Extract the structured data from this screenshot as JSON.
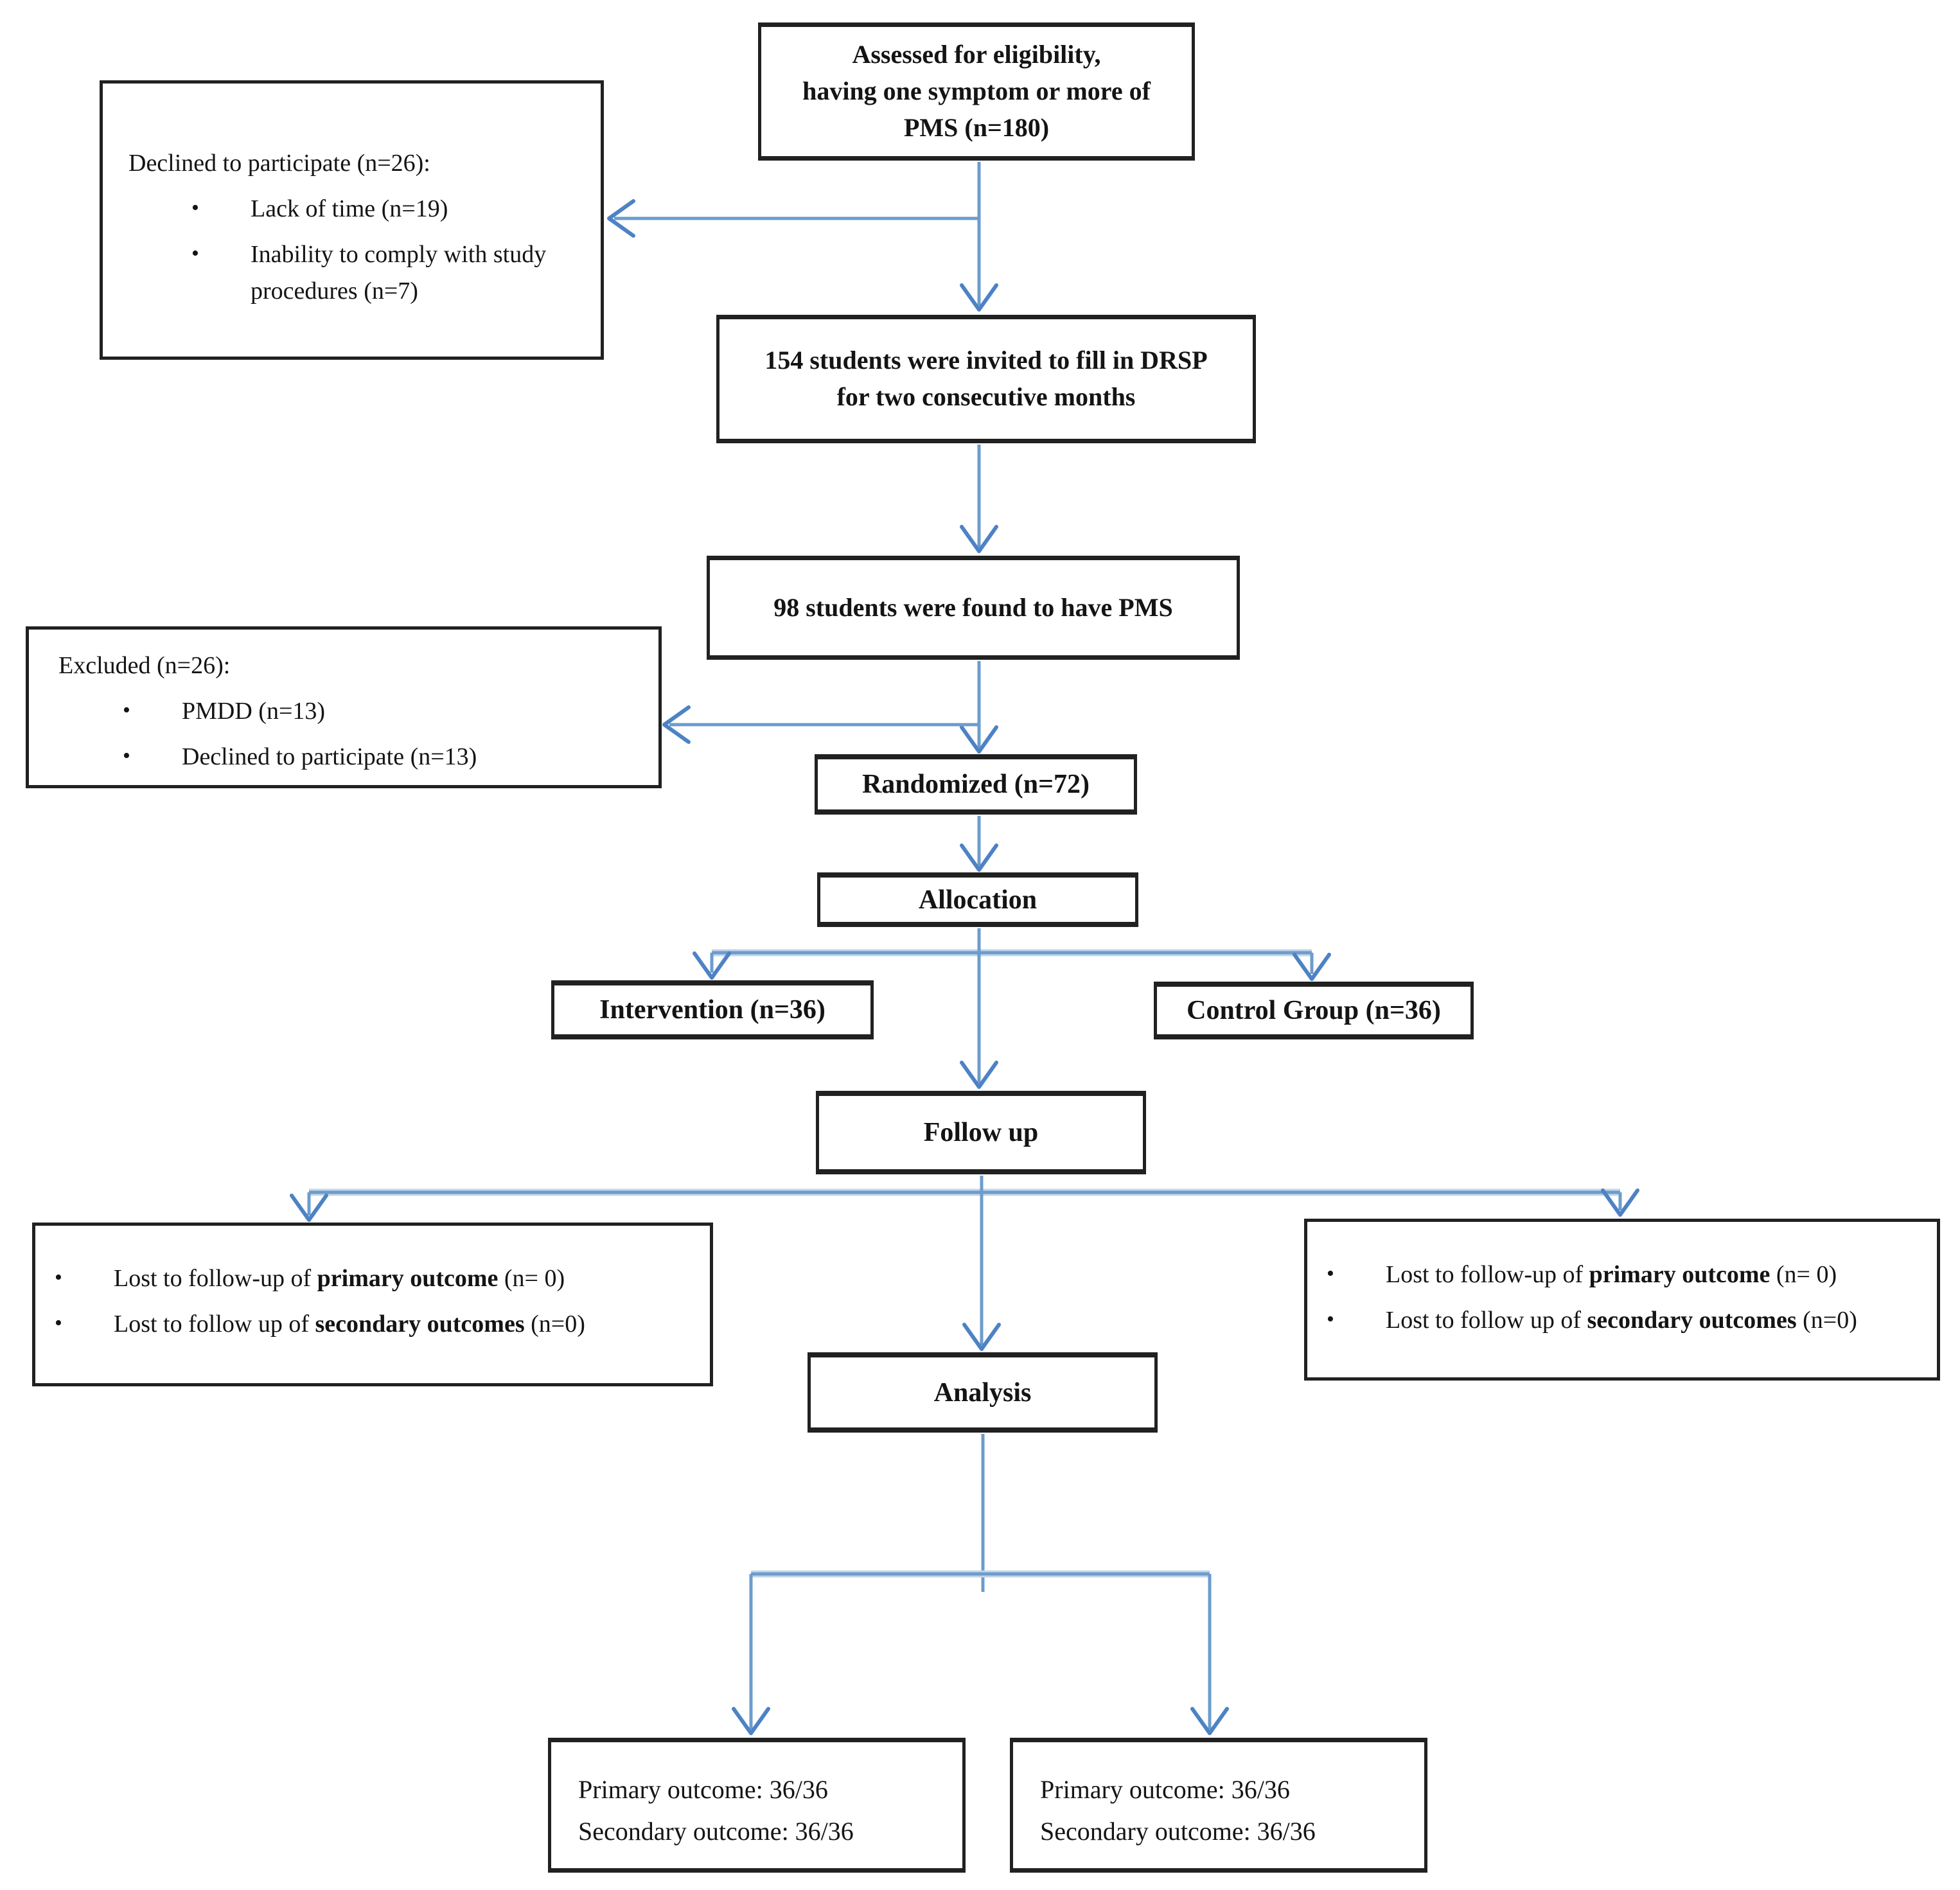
{
  "colors": {
    "connector": "#6b9ccc",
    "connector_light": "#c3d5ea",
    "arrow": "#4d82c4",
    "box_border": "#212121",
    "text": "#141414",
    "background": "#ffffff"
  },
  "nodes": {
    "assessed": {
      "lines": [
        "Assessed for eligibility,",
        "having one symptom or more of",
        "PMS (n=180)"
      ]
    },
    "declined": {
      "title": "Declined to participate (n=26):",
      "bullets": [
        "Lack of time (n=19)",
        "Inability to comply with study procedures (n=7)"
      ]
    },
    "invited": {
      "lines": [
        "154 students were invited to fill in DRSP",
        "for two consecutive months"
      ]
    },
    "pms_found": {
      "text": "98 students were found to have PMS"
    },
    "excluded": {
      "title": "Excluded (n=26):",
      "bullets": [
        "PMDD (n=13)",
        "Declined to participate (n=13)"
      ]
    },
    "randomized": {
      "text": "Randomized (n=72)"
    },
    "allocation": {
      "text": "Allocation"
    },
    "intervention": {
      "text": "Intervention (n=36)"
    },
    "control": {
      "text": "Control Group (n=36)"
    },
    "followup": {
      "text": "Follow up"
    },
    "lost_left": {
      "bullets": [
        {
          "prefix": "Lost to follow-up of ",
          "bold": "primary outcome",
          "suffix": " (n= 0)"
        },
        {
          "prefix": "Lost to follow up of ",
          "bold": "secondary outcomes",
          "suffix": " (n=0)"
        }
      ]
    },
    "lost_right": {
      "bullets": [
        {
          "prefix": "Lost to follow-up of ",
          "bold": "primary outcome",
          "suffix": " (n= 0)"
        },
        {
          "prefix": "Lost to follow up of ",
          "bold": "secondary outcomes",
          "suffix": " (n=0)"
        }
      ]
    },
    "analysis": {
      "text": "Analysis"
    },
    "outcome_left": {
      "lines": [
        "Primary outcome: 36/36",
        "Secondary outcome: 36/36"
      ]
    },
    "outcome_right": {
      "lines": [
        "Primary outcome: 36/36",
        "Secondary outcome: 36/36"
      ]
    }
  }
}
